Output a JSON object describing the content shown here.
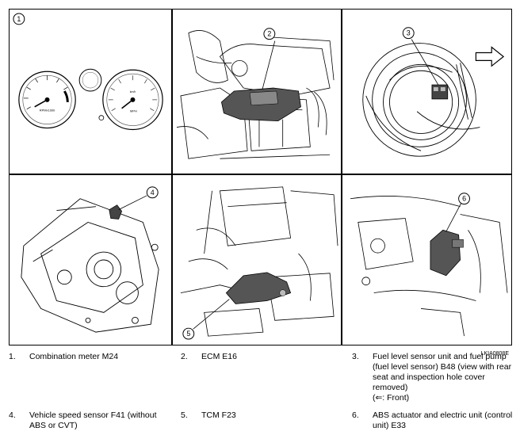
{
  "figure_code": "LKIA0808E",
  "callouts": [
    "1",
    "2",
    "3",
    "4",
    "5",
    "6"
  ],
  "gauge_labels": {
    "tach": "RPMx1000",
    "speed": "MPH",
    "speed_unit_small": "km/h"
  },
  "legend": [
    {
      "num": "1.",
      "text": "Combination meter M24"
    },
    {
      "num": "2.",
      "text": "ECM E16"
    },
    {
      "num": "3.",
      "text": "Fuel level sensor unit and fuel pump (fuel level sensor) B48 (view with rear seat and inspection hole cover removed)",
      "note": "(⇐: Front)"
    },
    {
      "num": "4.",
      "text": "Vehicle speed sensor F41 (without ABS or CVT)"
    },
    {
      "num": "5.",
      "text": "TCM F23"
    },
    {
      "num": "6.",
      "text": "ABS actuator and electric unit (control unit) E33"
    }
  ]
}
